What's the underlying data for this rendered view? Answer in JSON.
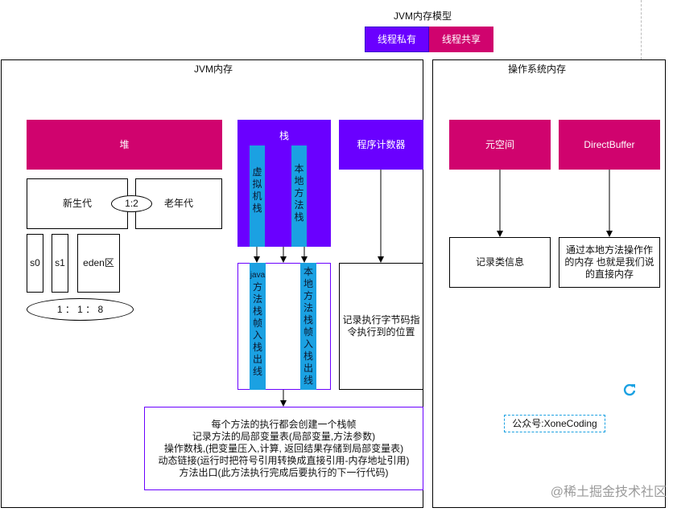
{
  "title": "JVM内存模型",
  "legend": {
    "private": "线程私有",
    "shared": "线程共享"
  },
  "jvm": {
    "label": "JVM内存",
    "heap": {
      "label": "堆",
      "young": "新生代",
      "ratio_young_old": "1:2",
      "old": "老年代",
      "s0": "s0",
      "s1": "s1",
      "eden": "eden区",
      "ratio_survivor": "1 ： 1 ： 8"
    },
    "stack": {
      "label": "栈",
      "vm_stack": [
        "虚",
        "拟",
        "机",
        "栈"
      ],
      "native_stack": [
        "本",
        "地",
        "方",
        "法",
        "栈"
      ],
      "java_frames": [
        "java",
        "方",
        "法",
        "栈",
        "帧",
        "入",
        "栈",
        "出",
        "线"
      ],
      "native_frames": [
        "本",
        "地",
        "方",
        "法",
        "栈",
        "帧",
        "入",
        "栈",
        "出",
        "线"
      ]
    },
    "pc": {
      "label": "程序计数器",
      "desc": "记录执行字节码指令执行到的位置"
    },
    "frame_desc": [
      "每个方法的执行都会创建一个栈帧",
      "记录方法的局部变量表(局部变量,方法参数)",
      "操作数栈,(把变量压入,计算, 返回结果存储到局部变量表)",
      "动态链接(运行时把符号引用转换成直接引用-内存地址引用)",
      "方法出口(此方法执行完成后要执行的下一行代码)"
    ]
  },
  "os": {
    "label": "操作系统内存",
    "metaspace": "元空间",
    "metaspace_desc": "记录类信息",
    "direct_buffer": "DirectBuffer",
    "direct_buffer_desc": "通过本地方法操作作的内存 也就是我们说的直接内存",
    "wechat": "公众号:XoneCoding"
  },
  "watermark": "@稀土掘金技术社区",
  "colors": {
    "private": "#6a00ff",
    "shared": "#d0036e",
    "stack_inner": "#1ba1e2"
  }
}
